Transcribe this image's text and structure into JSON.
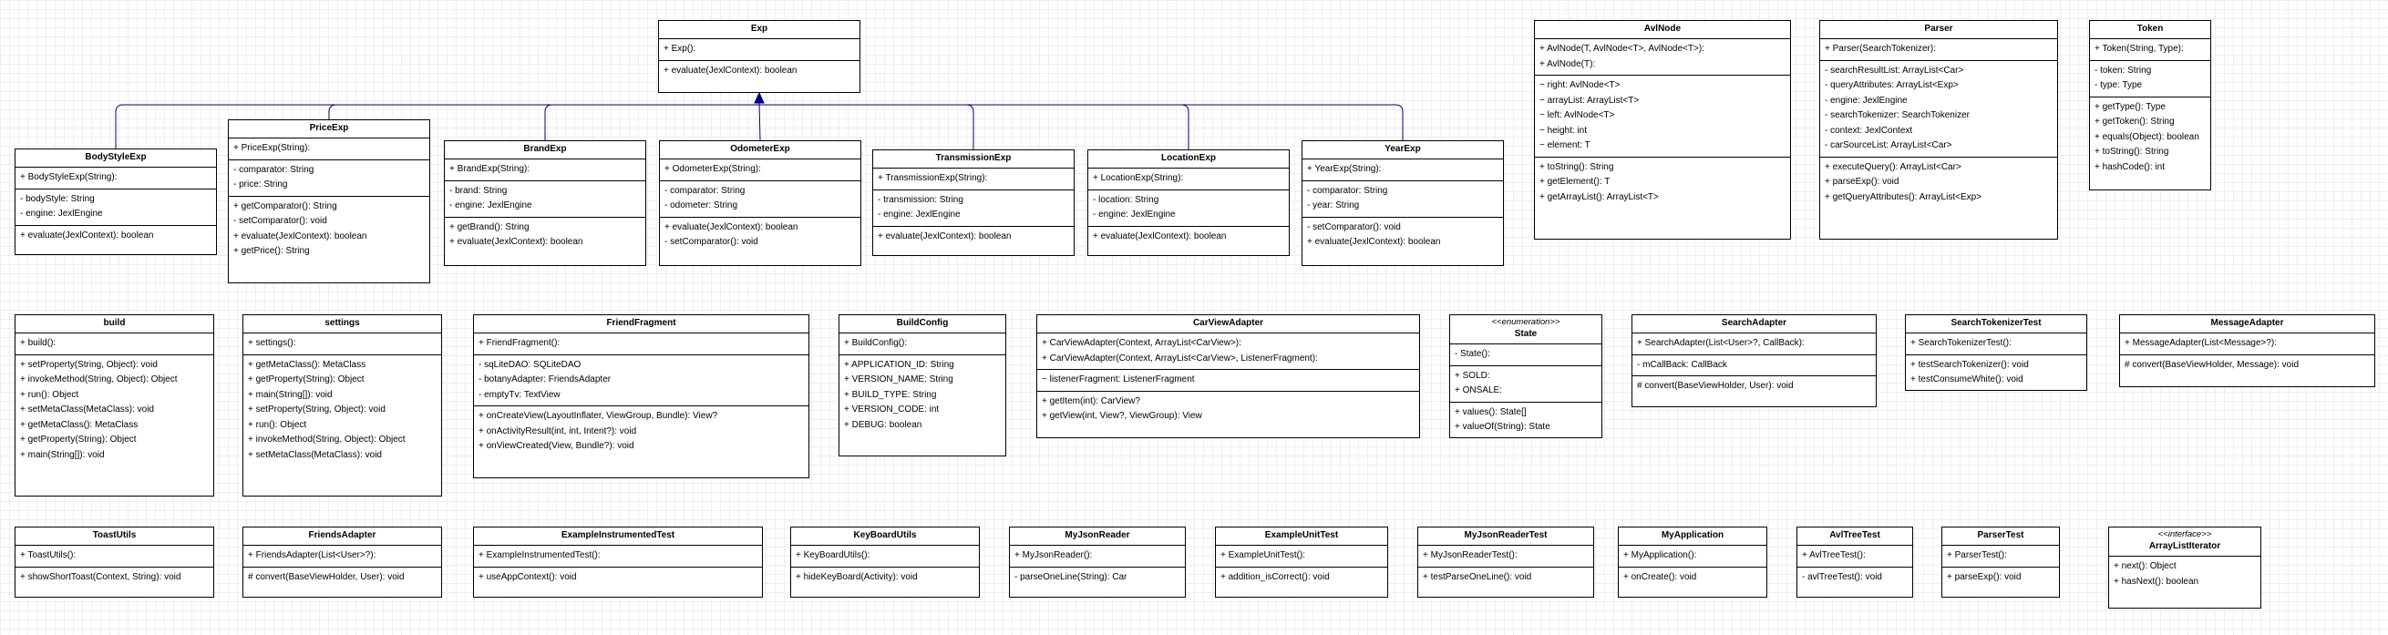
{
  "colors": {
    "edge": "#00007f",
    "border": "#000000",
    "grid": "#eeeeee"
  },
  "edges": [
    {
      "from": "BodyStyleExp",
      "to": "Exp",
      "type": "generalization"
    },
    {
      "from": "PriceExp",
      "to": "Exp",
      "type": "generalization"
    },
    {
      "from": "BrandExp",
      "to": "Exp",
      "type": "generalization"
    },
    {
      "from": "OdometerExp",
      "to": "Exp",
      "type": "generalization"
    },
    {
      "from": "TransmissionExp",
      "to": "Exp",
      "type": "generalization"
    },
    {
      "from": "LocationExp",
      "to": "Exp",
      "type": "generalization"
    },
    {
      "from": "YearExp",
      "to": "Exp",
      "type": "generalization"
    }
  ],
  "classes": [
    {
      "id": "Exp",
      "name": "Exp",
      "sections": [
        [
          "+ Exp():"
        ],
        [
          "+ evaluate(JexlContext): boolean"
        ]
      ]
    },
    {
      "id": "BodyStyleExp",
      "name": "BodyStyleExp",
      "sections": [
        [
          "+ BodyStyleExp(String):"
        ],
        [
          "- bodyStyle: String",
          "- engine: JexlEngine"
        ],
        [
          "+ evaluate(JexlContext): boolean"
        ]
      ]
    },
    {
      "id": "PriceExp",
      "name": "PriceExp",
      "sections": [
        [
          "+ PriceExp(String):"
        ],
        [
          "- comparator: String",
          "- price: String"
        ],
        [
          "+ getComparator(): String",
          "- setComparator(): void",
          "+ evaluate(JexlContext): boolean",
          "+ getPrice(): String"
        ]
      ]
    },
    {
      "id": "BrandExp",
      "name": "BrandExp",
      "sections": [
        [
          "+ BrandExp(String):"
        ],
        [
          "- brand: String",
          "- engine: JexlEngine"
        ],
        [
          "+ getBrand(): String",
          "+ evaluate(JexlContext): boolean"
        ]
      ]
    },
    {
      "id": "OdometerExp",
      "name": "OdometerExp",
      "sections": [
        [
          "+ OdometerExp(String):"
        ],
        [
          "- comparator: String",
          "- odometer: String"
        ],
        [
          "+ evaluate(JexlContext): boolean",
          "- setComparator(): void"
        ]
      ]
    },
    {
      "id": "TransmissionExp",
      "name": "TransmissionExp",
      "sections": [
        [
          "+ TransmissionExp(String):"
        ],
        [
          "- transmission: String",
          "- engine: JexlEngine"
        ],
        [
          "+ evaluate(JexlContext): boolean"
        ]
      ]
    },
    {
      "id": "LocationExp",
      "name": "LocationExp",
      "sections": [
        [
          "+ LocationExp(String):"
        ],
        [
          "- location: String",
          "- engine: JexlEngine"
        ],
        [
          "+ evaluate(JexlContext): boolean"
        ]
      ]
    },
    {
      "id": "YearExp",
      "name": "YearExp",
      "sections": [
        [
          "+ YearExp(String):"
        ],
        [
          "- comparator: String",
          "- year: String"
        ],
        [
          "- setComparator(): void",
          "+ evaluate(JexlContext): boolean"
        ]
      ]
    },
    {
      "id": "AvlNode",
      "name": "AvlNode",
      "sections": [
        [
          "+ AvlNode(T, AvlNode<T>, AvlNode<T>):",
          "+ AvlNode(T):"
        ],
        [
          "~ right: AvlNode<T>",
          "~ arrayList: ArrayList<T>",
          "~ left: AvlNode<T>",
          "~ height: int",
          "~ element: T"
        ],
        [
          "+ toString(): String",
          "+ getElement(): T",
          "+ getArrayList(): ArrayList<T>"
        ]
      ]
    },
    {
      "id": "Parser",
      "name": "Parser",
      "sections": [
        [
          "+ Parser(SearchTokenizer):"
        ],
        [
          "- searchResultList: ArrayList<Car>",
          "- queryAttributes: ArrayList<Exp>",
          "- engine: JexlEngine",
          "- searchTokenizer: SearchTokenizer",
          "- context: JexlContext",
          "- carSourceList: ArrayList<Car>"
        ],
        [
          "+ executeQuery(): ArrayList<Car>",
          "+ parseExp(): void",
          "+ getQueryAttributes(): ArrayList<Exp>"
        ]
      ]
    },
    {
      "id": "Token",
      "name": "Token",
      "sections": [
        [
          "+ Token(String, Type):"
        ],
        [
          "- token: String",
          "- type: Type"
        ],
        [
          "+ getType(): Type",
          "+ getToken(): String",
          "+ equals(Object): boolean",
          "+ toString(): String",
          "+ hashCode(): int"
        ]
      ]
    },
    {
      "id": "build",
      "name": "build",
      "sections": [
        [
          "+ build():"
        ],
        [
          "+ setProperty(String, Object): void",
          "+ invokeMethod(String, Object): Object",
          "+ run(): Object",
          "+ setMetaClass(MetaClass): void",
          "+ getMetaClass(): MetaClass",
          "+ getProperty(String): Object",
          "+ main(String[]): void"
        ]
      ]
    },
    {
      "id": "settings",
      "name": "settings",
      "sections": [
        [
          "+ settings():"
        ],
        [
          "+ getMetaClass(): MetaClass",
          "+ getProperty(String): Object",
          "+ main(String[]): void",
          "+ setProperty(String, Object): void",
          "+ run(): Object",
          "+ invokeMethod(String, Object): Object",
          "+ setMetaClass(MetaClass): void"
        ]
      ]
    },
    {
      "id": "FriendFragment",
      "name": "FriendFragment",
      "sections": [
        [
          "+ FriendFragment():"
        ],
        [
          "- sqLiteDAO: SQLiteDAO",
          "- botanyAdapter: FriendsAdapter",
          "- emptyTv: TextView"
        ],
        [
          "+ onCreateView(LayoutInflater, ViewGroup, Bundle): View?",
          "+ onActivityResult(int, int, Intent?): void",
          "+ onViewCreated(View, Bundle?): void"
        ]
      ]
    },
    {
      "id": "BuildConfig",
      "name": "BuildConfig",
      "sections": [
        [
          "+ BuildConfig():"
        ],
        [
          "+ APPLICATION_ID: String",
          "+ VERSION_NAME: String",
          "+ BUILD_TYPE: String",
          "+ VERSION_CODE: int",
          "+ DEBUG: boolean"
        ]
      ]
    },
    {
      "id": "CarViewAdapter",
      "name": "CarViewAdapter",
      "sections": [
        [
          "+ CarViewAdapter(Context, ArrayList<CarView>):",
          "+ CarViewAdapter(Context, ArrayList<CarView>, ListenerFragment):"
        ],
        [
          "~ listenerFragment: ListenerFragment"
        ],
        [
          "+ getItem(int): CarView?",
          "+ getView(int, View?, ViewGroup): View"
        ]
      ]
    },
    {
      "id": "State",
      "stereotype": "<<enumeration>>",
      "name": "State",
      "sections": [
        [
          "- State():"
        ],
        [
          "+ SOLD:",
          "+ ONSALE:"
        ],
        [
          "+ values(): State[]",
          "+ valueOf(String): State"
        ]
      ]
    },
    {
      "id": "SearchAdapter",
      "name": "SearchAdapter",
      "sections": [
        [
          "+ SearchAdapter(List<User>?, CallBack):"
        ],
        [
          "- mCallBack: CallBack"
        ],
        [
          "# convert(BaseViewHolder, User): void"
        ]
      ]
    },
    {
      "id": "SearchTokenizerTest",
      "name": "SearchTokenizerTest",
      "sections": [
        [
          "+ SearchTokenizerTest():"
        ],
        [
          "+ testSearchTokenizer(): void",
          "+ testConsumeWhite(): void"
        ]
      ]
    },
    {
      "id": "MessageAdapter",
      "name": "MessageAdapter",
      "sections": [
        [
          "+ MessageAdapter(List<Message>?):"
        ],
        [
          "# convert(BaseViewHolder, Message): void"
        ]
      ]
    },
    {
      "id": "ToastUtils",
      "name": "ToastUtils",
      "sections": [
        [
          "+ ToastUtils():"
        ],
        [
          "+ showShortToast(Context, String): void"
        ]
      ]
    },
    {
      "id": "FriendsAdapter",
      "name": "FriendsAdapter",
      "sections": [
        [
          "+ FriendsAdapter(List<User>?):"
        ],
        [
          "# convert(BaseViewHolder, User): void"
        ]
      ]
    },
    {
      "id": "ExampleInstrumentedTest",
      "name": "ExampleInstrumentedTest",
      "sections": [
        [
          "+ ExampleInstrumentedTest():"
        ],
        [
          "+ useAppContext(): void"
        ]
      ]
    },
    {
      "id": "KeyBoardUtils",
      "name": "KeyBoardUtils",
      "sections": [
        [
          "+ KeyBoardUtils():"
        ],
        [
          "+ hideKeyBoard(Activity): void"
        ]
      ]
    },
    {
      "id": "MyJsonReader",
      "name": "MyJsonReader",
      "sections": [
        [
          "+ MyJsonReader():"
        ],
        [
          "- parseOneLine(String): Car"
        ]
      ]
    },
    {
      "id": "ExampleUnitTest",
      "name": "ExampleUnitTest",
      "sections": [
        [
          "+ ExampleUnitTest():"
        ],
        [
          "+ addition_isCorrect(): void"
        ]
      ]
    },
    {
      "id": "MyJsonReaderTest",
      "name": "MyJsonReaderTest",
      "sections": [
        [
          "+ MyJsonReaderTest():"
        ],
        [
          "+ testParseOneLine(): void"
        ]
      ]
    },
    {
      "id": "MyApplication",
      "name": "MyApplication",
      "sections": [
        [
          "+ MyApplication():"
        ],
        [
          "+ onCreate(): void"
        ]
      ]
    },
    {
      "id": "AvlTreeTest",
      "name": "AvlTreeTest",
      "sections": [
        [
          "+ AvlTreeTest():"
        ],
        [
          "- avlTreeTest(): void"
        ]
      ]
    },
    {
      "id": "ParserTest",
      "name": "ParserTest",
      "sections": [
        [
          "+ ParserTest():"
        ],
        [
          "+ parseExp(): void"
        ]
      ]
    },
    {
      "id": "ArrayListIterator",
      "stereotype": "<<interface>>",
      "name": "ArrayListIterator",
      "sections": [
        [
          "+ next(): Object",
          "+ hasNext(): boolean"
        ]
      ]
    }
  ]
}
